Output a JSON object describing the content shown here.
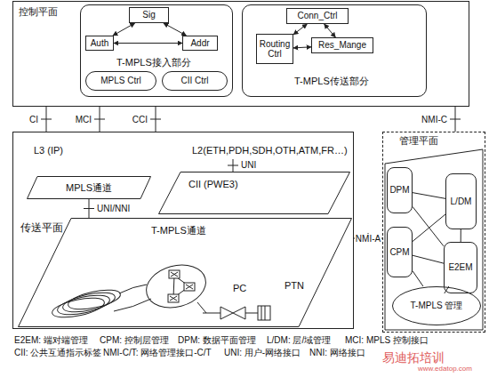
{
  "diagram": {
    "nodes": [
      {
        "text": [
          "控制平面"
        ]
      },
      {
        "text": [
          "T-MPLS接入部分"
        ],
        "in": 0
      },
      {
        "text": [
          "Sig"
        ],
        "in": 1
      },
      {
        "text": [
          "Auth"
        ],
        "in": 1
      },
      {
        "text": [
          "Addr"
        ],
        "in": 1
      },
      {
        "text": [
          "MPLS Ctrl"
        ],
        "in": 1
      },
      {
        "text": [
          "CII Ctrl"
        ],
        "in": 1
      },
      {
        "text": [
          "T-MPLS传送部分"
        ],
        "in": 0
      },
      {
        "text": [
          "Conn_Ctrl"
        ],
        "in": 7
      },
      {
        "text": [
          "Routing Ctrl"
        ],
        "in": 7
      },
      {
        "text": [
          "Res_Mange"
        ],
        "in": 7
      },
      {
        "text": [
          "传送平面"
        ]
      },
      {
        "text": [
          "MPLS通道"
        ],
        "in": 11
      },
      {
        "text": [
          "CII (PWE3)"
        ],
        "in": 11
      },
      {
        "text": [
          "T-MPLS通道",
          "PTN"
        ],
        "in": 11
      },
      {
        "text": [
          "管理平面"
        ]
      },
      {
        "text": [
          "DPM"
        ],
        "in": 15
      },
      {
        "text": [
          "L/DM"
        ],
        "in": 15
      },
      {
        "text": [
          "CPM"
        ],
        "in": 15
      },
      {
        "text": [
          "E2EM"
        ],
        "in": 15
      },
      {
        "text": [
          "T-MPLS 管理"
        ],
        "in": 15
      }
    ],
    "edges": [
      {
        "from": 3,
        "to": 2,
        "arrow": "both"
      },
      {
        "from": 2,
        "to": 4,
        "arrow": "both"
      },
      {
        "from": 3,
        "to": 4,
        "arrow": "both"
      },
      {
        "from": 8,
        "to": 9,
        "arrow": "both"
      },
      {
        "from": 8,
        "to": 10,
        "arrow": "both"
      },
      {
        "from": 9,
        "to": 10,
        "arrow": "both"
      },
      {
        "from": 0,
        "to": 11,
        "label": "CI",
        "arrow": "none"
      },
      {
        "from": 0,
        "to": 11,
        "label": "MCI",
        "arrow": "none"
      },
      {
        "from": 0,
        "to": 11,
        "label": "CCI",
        "arrow": "none"
      },
      {
        "from": 0,
        "to": 15,
        "label": "NMI-C",
        "arrow": "none"
      },
      {
        "from": 11,
        "to": 15,
        "label": "NMI-A",
        "arrow": "none"
      },
      {
        "from": 12,
        "to": 14,
        "label": "UNI/NNI",
        "arrow": "none"
      },
      {
        "from": 16,
        "to": 17,
        "arrow": "none"
      },
      {
        "from": 16,
        "to": 19,
        "arrow": "none"
      },
      {
        "from": 18,
        "to": 17,
        "arrow": "none"
      },
      {
        "from": 18,
        "to": 19,
        "arrow": "none"
      },
      {
        "from": 17,
        "to": 19,
        "arrow": "none"
      },
      {
        "from": 18,
        "to": 20,
        "arrow": "none"
      },
      {
        "from": 19,
        "to": 20,
        "arrow": "none"
      }
    ],
    "labels": [
      "L3 (IP)",
      "L2(ETH,PDH,SDH,OTH,ATM,FR…)",
      "UNI",
      "PC",
      "E2EM: 端对端管理",
      "CPM: 控制层管理",
      "DPM: 数据平面管理",
      "L/DM: 层/域管理",
      "MCI: MPLS 控制接口",
      "CII: 公共互通指示标签",
      "NMI-C/T: 网络管理接口-C/T",
      "UNI: 用户-网络接口",
      "NNI: 网络接口",
      "易迪拓培训",
      "www.edatop.com"
    ]
  }
}
